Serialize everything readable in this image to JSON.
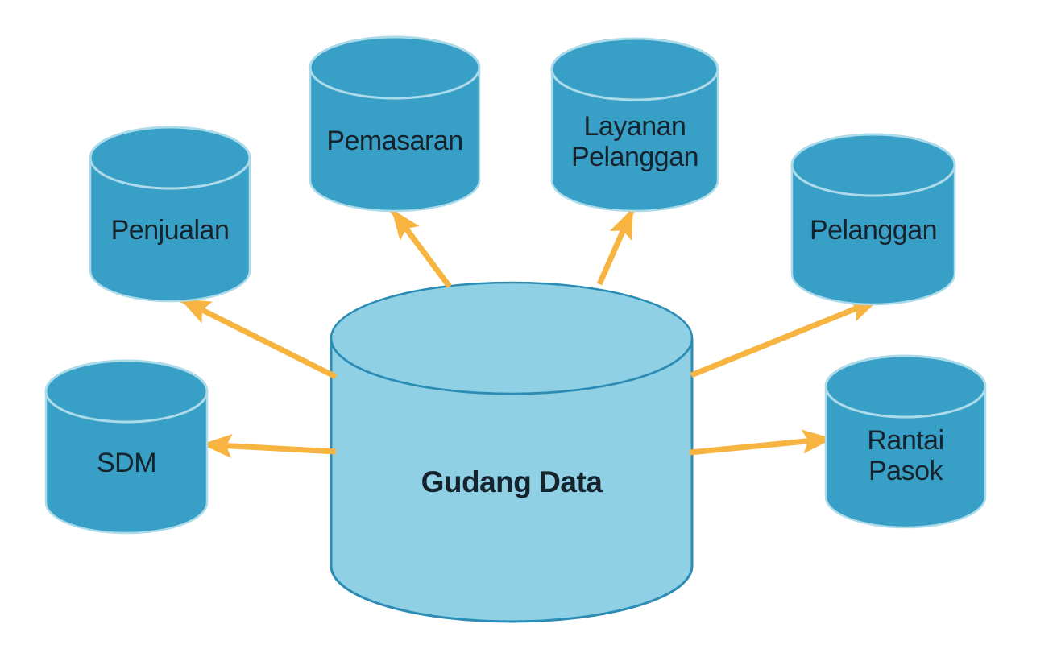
{
  "diagram": {
    "center_node": {
      "label": "Gudang Data"
    },
    "nodes": [
      {
        "label": "Penjualan"
      },
      {
        "label": "Pemasaran"
      },
      {
        "label": "Layanan Pelanggan",
        "line1": "Layanan",
        "line2": "Pelanggan"
      },
      {
        "label": "Pelanggan"
      },
      {
        "label": "SDM"
      },
      {
        "label": "Rantai Pasok",
        "line1": "Rantai",
        "line2": "Pasok"
      }
    ],
    "connections": [
      {
        "from": "Gudang Data",
        "to": "Penjualan"
      },
      {
        "from": "Gudang Data",
        "to": "Pemasaran"
      },
      {
        "from": "Gudang Data",
        "to": "Layanan Pelanggan"
      },
      {
        "from": "Gudang Data",
        "to": "Pelanggan"
      },
      {
        "from": "Gudang Data",
        "to": "SDM"
      },
      {
        "from": "Gudang Data",
        "to": "Rantai Pasok"
      }
    ],
    "colors": {
      "background": "#ffffff",
      "node_fill": "#38a0c6",
      "node_rim": "#abdbea",
      "center_fill": "#8fd0e4",
      "center_edge": "#2b8cb5",
      "arrow": "#f7b441",
      "label": "#16222c"
    }
  }
}
